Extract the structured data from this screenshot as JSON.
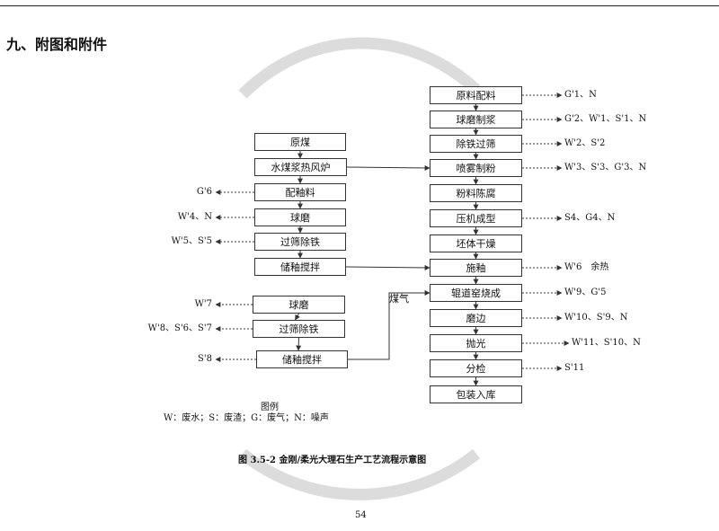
{
  "section_title": "九、附图和附件",
  "main_chain": [
    {
      "id": "m1",
      "label": "原料配料",
      "output": "G'1、N"
    },
    {
      "id": "m2",
      "label": "球磨制浆",
      "output": "G'2、W'1、S'1、N"
    },
    {
      "id": "m3",
      "label": "除铁过筛",
      "output": "W'2、S'2"
    },
    {
      "id": "m4",
      "label": "喷雾制粉",
      "output": "W'3、S'3、G'3、N"
    },
    {
      "id": "m5",
      "label": "粉料陈腐",
      "output": ""
    },
    {
      "id": "m6",
      "label": "压机成型",
      "output": "S4、G4、N"
    },
    {
      "id": "m7",
      "label": "坯体干燥",
      "output": ""
    },
    {
      "id": "m8",
      "label": "施釉",
      "output": "W'6　余热"
    },
    {
      "id": "m9",
      "label": "辊道窑烧成",
      "output": "W'9、G'5"
    },
    {
      "id": "m10",
      "label": "磨边",
      "output": "W'10、S'9、N"
    },
    {
      "id": "m11",
      "label": "抛光",
      "output": "W'11、S'10、N"
    },
    {
      "id": "m12",
      "label": "分检",
      "output": "S'11"
    },
    {
      "id": "m13",
      "label": "包装入库",
      "output": ""
    }
  ],
  "glaze_chain": [
    {
      "id": "g1",
      "label": "原煤",
      "output": ""
    },
    {
      "id": "g2",
      "label": "水煤浆热风炉",
      "output": ""
    },
    {
      "id": "g3",
      "label": "配釉料",
      "output": "G'6"
    },
    {
      "id": "g4",
      "label": "球磨",
      "output": "W'4、N"
    },
    {
      "id": "g5",
      "label": "过筛除铁",
      "output": "W'5、S'5"
    },
    {
      "id": "g6",
      "label": "储釉搅拌",
      "output": ""
    }
  ],
  "second_chain": [
    {
      "id": "s1",
      "label": "球磨",
      "output": "W'7"
    },
    {
      "id": "s2",
      "label": "过筛除铁",
      "output": "W'8、S'6、S'7"
    },
    {
      "id": "s3",
      "label": "储釉搅拌",
      "output": "S'8"
    }
  ],
  "coal_gas_label": "煤气",
  "legend": {
    "title": "图例",
    "text": "W：废水；S：废渣；G：废气；N：噪声"
  },
  "caption": "图 3.5-2 金刚/柔光大理石生产工艺流程示意图",
  "page_number": "54",
  "colors": {
    "line": "#333333",
    "arc": "#dcdcdc",
    "text": "#111111"
  }
}
